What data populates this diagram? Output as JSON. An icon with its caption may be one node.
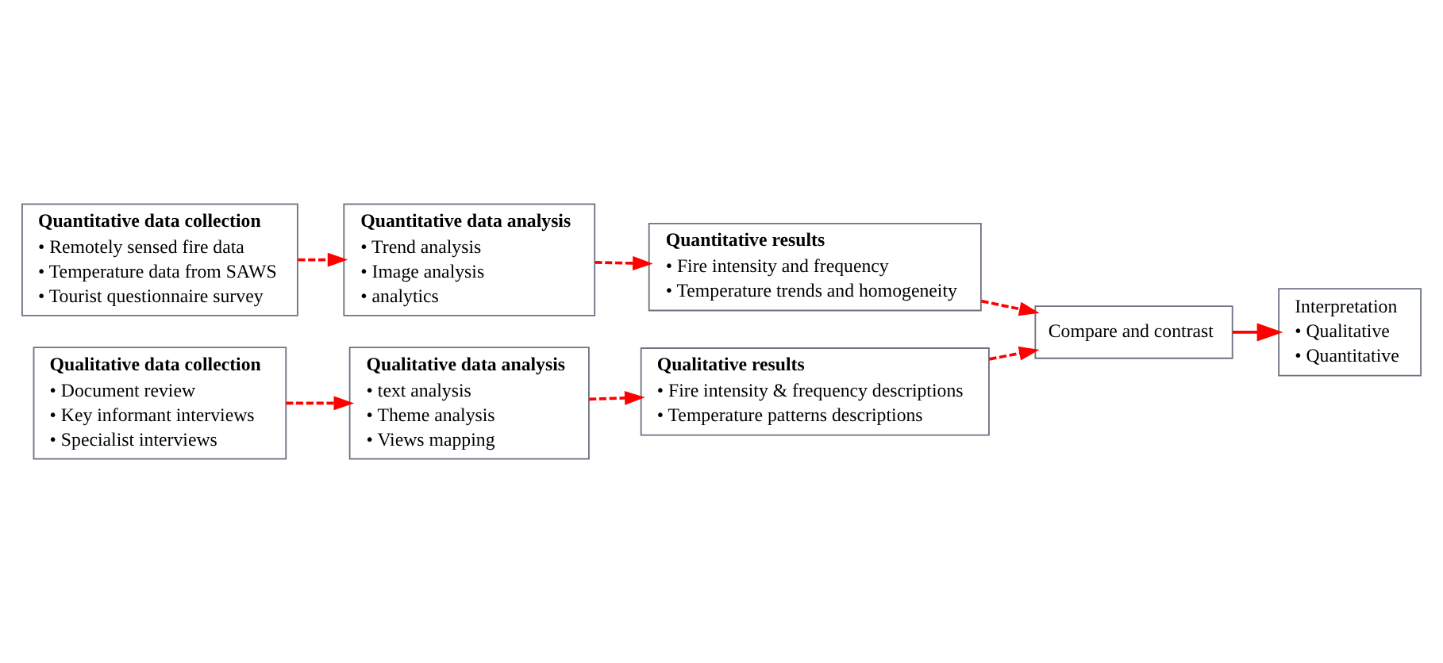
{
  "diagram": {
    "nodes": [
      {
        "text": [
          "Quantitative data collection",
          "• Remotely sensed fire data",
          "• Temperature data from SAWS",
          "• Tourist questionnaire survey"
        ]
      },
      {
        "text": [
          "Quantitative data analysis",
          "• Trend analysis",
          "• Image analysis",
          "• analytics"
        ]
      },
      {
        "text": [
          "Quantitative results",
          "• Fire intensity and frequency",
          "• Temperature trends and homogeneity"
        ]
      },
      {
        "text": [
          "Compare and contrast"
        ]
      },
      {
        "text": [
          "Interpretation",
          "• Qualitative",
          "• Quantitative"
        ]
      },
      {
        "text": [
          "Qualitative results",
          "• Fire intensity & frequency descriptions",
          "• Temperature patterns descriptions"
        ]
      },
      {
        "text": [
          "Qualitative data analysis",
          "• text analysis",
          "• Theme analysis",
          "• Views mapping"
        ]
      },
      {
        "text": [
          "Qualitative data collection",
          "• Document review",
          "• Key informant interviews",
          "• Specialist interviews"
        ]
      }
    ],
    "edges": [
      {
        "from": 0,
        "to": 1,
        "arrow": "to",
        "style": "dashed"
      },
      {
        "from": 1,
        "to": 2,
        "arrow": "to",
        "style": "dashed"
      },
      {
        "from": 2,
        "to": 3,
        "arrow": "to",
        "style": "dashed"
      },
      {
        "from": 3,
        "to": 4,
        "arrow": "to"
      },
      {
        "from": 7,
        "to": 6,
        "arrow": "to",
        "style": "dashed"
      },
      {
        "from": 6,
        "to": 5,
        "arrow": "to",
        "style": "dashed"
      },
      {
        "from": 5,
        "to": 3,
        "arrow": "to",
        "style": "dashed"
      }
    ]
  }
}
